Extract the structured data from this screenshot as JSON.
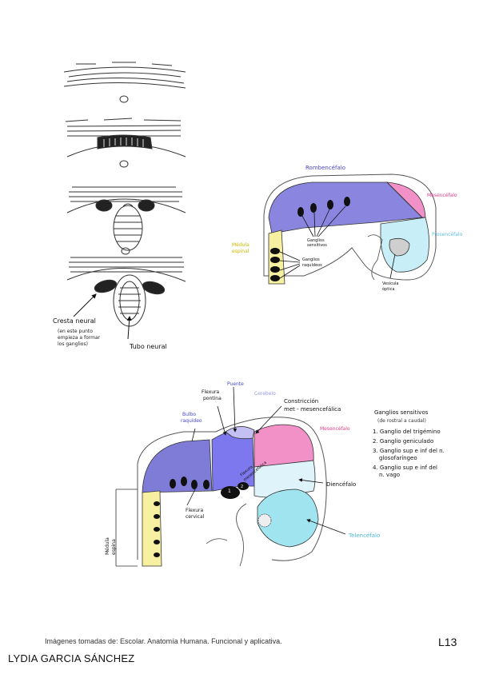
{
  "left_series": {
    "cresta_label": "Cresta neural",
    "cresta_note_1": "(en este punto",
    "cresta_note_2": "empieza a formar",
    "cresta_note_3": "los ganglios)",
    "tubo_label": "Tubo neural"
  },
  "upper_embryo": {
    "rombencefalo": "Rombencéfalo",
    "mesencefalo": "Mesencéfalo",
    "prosencefalo": "Prosencéfalo",
    "medula_1": "Médula",
    "medula_2": "espinal",
    "ganglios_sens_1": "Ganglios",
    "ganglios_sens_2": "sensitivos",
    "ganglios_raq_1": "Ganglios",
    "ganglios_raq_2": "raquídeos",
    "vesicula_1": "Vesícula",
    "vesicula_2": "óptica"
  },
  "lower_embryo": {
    "flexura_pontina_1": "Flexura",
    "flexura_pontina_2": "pontina",
    "puente": "Puente",
    "cerebelo": "Cerebelo",
    "bulbo_1": "Bulbo",
    "bulbo_2": "raquídeo",
    "constriccion_1": "Constricción",
    "constriccion_2": "met - mesencefálica",
    "mesencefalo": "Mesencéfalo",
    "diencefalo": "Diencéfalo",
    "telencefalo": "Telencéfalo",
    "flexura_cefalica_1": "Flexura",
    "flexura_cefalica_2": "mesencefálica",
    "flexura_cervical_1": "Flexura",
    "flexura_cervical_2": "cervical",
    "medula_1": "Médula",
    "medula_2": "espina",
    "ganglio_num_1": "1",
    "ganglio_num_2": "2"
  },
  "ganglios_list": {
    "title": "Ganglios sensitivos",
    "subtitle": "(de rostral a caudal)",
    "item_1": "1. Ganglio del trigémino",
    "item_2": "2. Ganglio geniculado",
    "item_3a": "3. Ganglio sup e inf del n.",
    "item_3b": "glosofaríngeo",
    "item_4a": "4. Ganglio sup e inf del",
    "item_4b": "n. vago"
  },
  "footer": {
    "source": "Imágenes tomadas de: Escolar. Anatomía Humana. Funcional y aplicativa.",
    "page": "L13",
    "author": "LYDIA GARCIA SÁNCHEZ"
  },
  "colors": {
    "rombencefalo": "#8a86e0",
    "mesencefalo": "#f191c8",
    "prosencefalo": "#c8eef8",
    "medula": "#f7f0a0",
    "telencefalo": "#a0e4f0",
    "puente": "#7d78ee",
    "bulbo": "#7e7cd6"
  }
}
